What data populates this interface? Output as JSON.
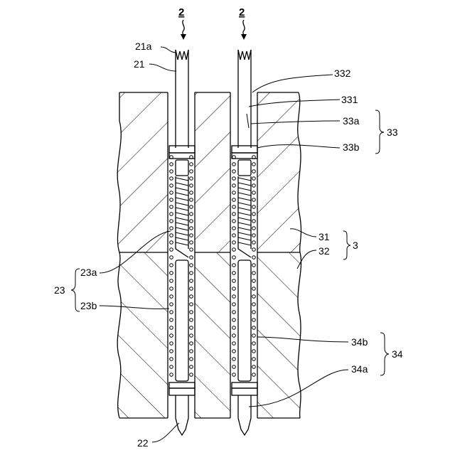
{
  "figure": {
    "labels": {
      "probe_left": "2",
      "probe_right": "2",
      "tip_21a": "21a",
      "plunger_21": "21",
      "tip_22": "22",
      "label_332": "332",
      "label_331": "331",
      "label_33a": "33a",
      "label_33": "33",
      "label_33b": "33b",
      "label_31": "31",
      "label_32": "32",
      "label_3": "3",
      "label_23a": "23a",
      "label_23": "23",
      "label_23b": "23b",
      "label_34b": "34b",
      "label_34": "34",
      "label_34a": "34a"
    }
  }
}
